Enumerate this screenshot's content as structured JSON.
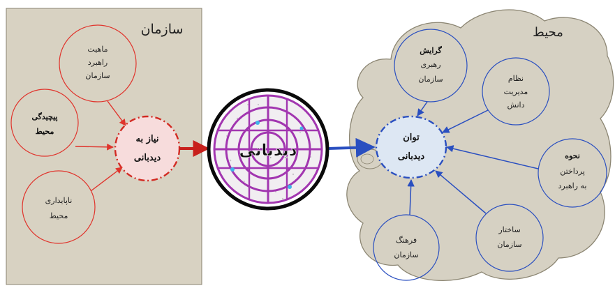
{
  "organization": {
    "title": "سازمان",
    "causes": [
      {
        "lines": [
          "ماهیت",
          "راهبرد",
          "سازمان"
        ]
      },
      {
        "lines": [
          "پیچیدگی",
          "محیط"
        ]
      },
      {
        "lines": [
          "ناپایداری",
          "محیط"
        ]
      }
    ],
    "need": {
      "lines": [
        "نیاز به",
        "دیدبانی"
      ]
    }
  },
  "center": {
    "label": "دیدبانی"
  },
  "environment": {
    "title": "محیط",
    "capability": {
      "lines": [
        "توان",
        "دیدبانی"
      ]
    },
    "factors": [
      {
        "lines": [
          "گرایش",
          "رهبری",
          "سازمان"
        ]
      },
      {
        "lines": [
          "نظام",
          "مدیریت",
          "دانش"
        ]
      },
      {
        "lines": [
          "نحوه",
          "پرداختن",
          "به راهبرد"
        ]
      },
      {
        "lines": [
          "ساختار",
          "سازمان"
        ]
      },
      {
        "lines": [
          "فرهنگ",
          "سازمان"
        ]
      }
    ]
  },
  "colors": {
    "org_panel": "#d8d2c2",
    "cloud": "#d6d1c3",
    "red_arrow": "#e0342c",
    "blue_arrow": "#2a4fc0",
    "need_fill": "#f7dcdc",
    "capability_fill": "#dde7f3",
    "radar_ring": "#a236b0"
  }
}
